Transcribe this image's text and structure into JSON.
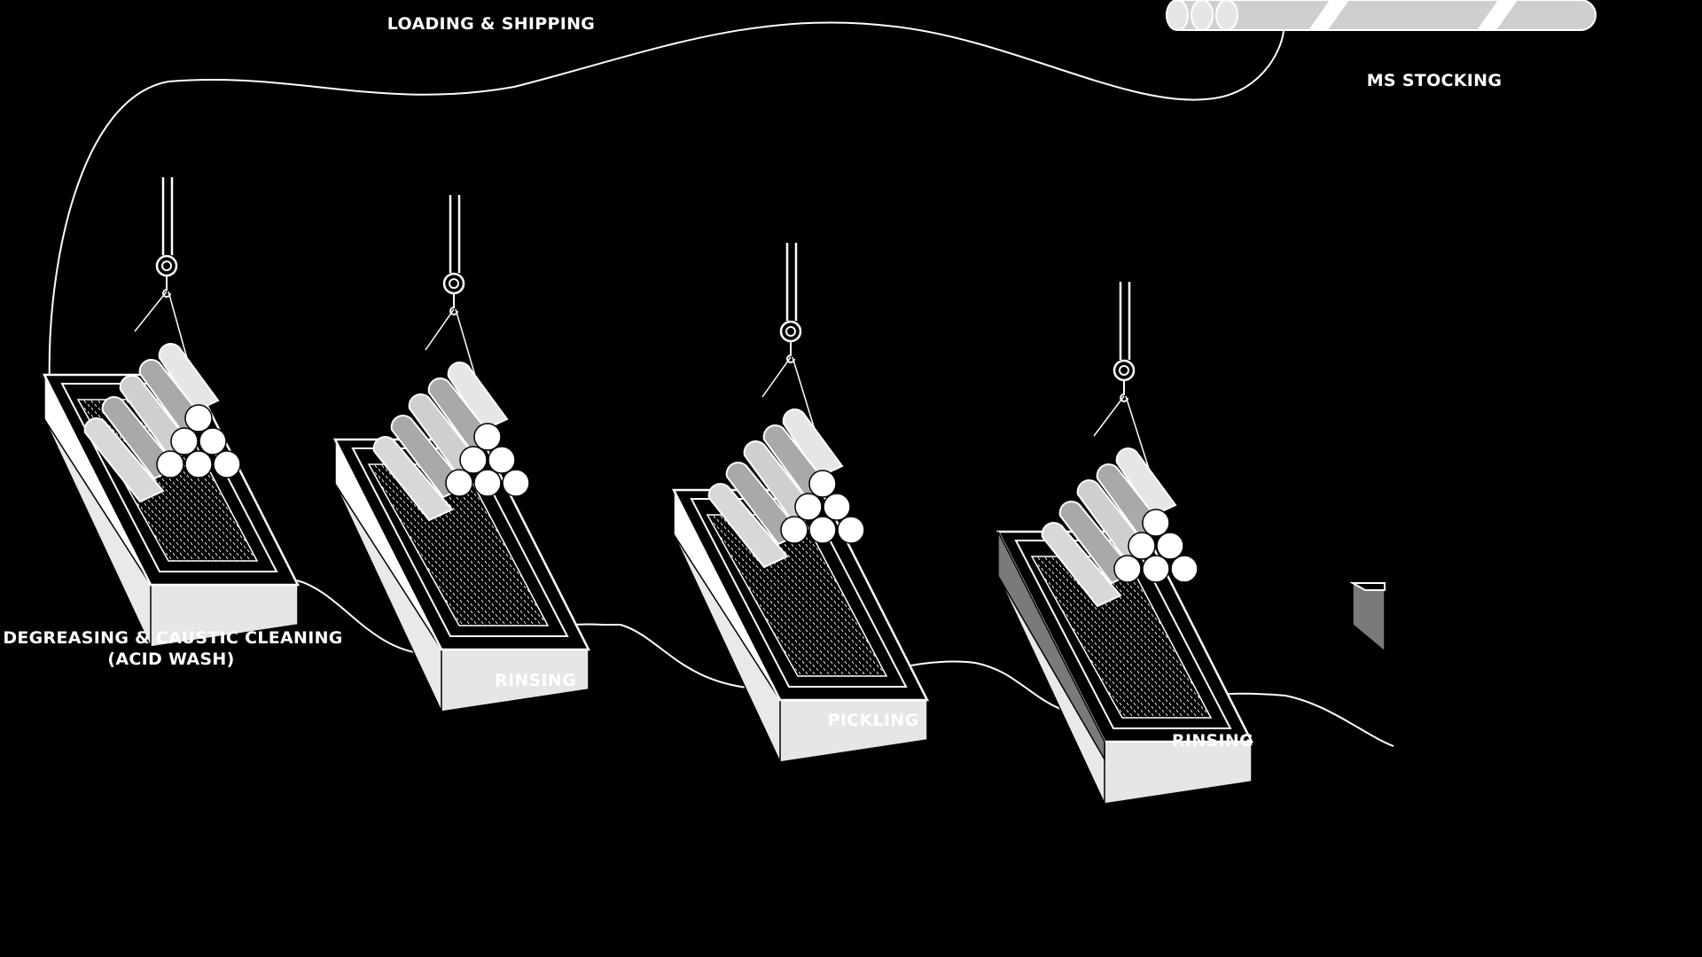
{
  "labels": {
    "loading": "LOADING & SHIPPING",
    "ms_stocking": "MS STOCKING",
    "degreasing_line1": "DEGREASING & CAUSTIC CLEANING",
    "degreasing_line2": "(ACID WASH)",
    "rinsing_1": "RINSING",
    "pickling": "PICKLING",
    "rinsing_2": "RINSING"
  },
  "stations": [
    {
      "name": "degreasing",
      "tank_side_color": "#ffffff"
    },
    {
      "name": "rinsing-1",
      "tank_side_color": "#ffffff"
    },
    {
      "name": "pickling",
      "tank_side_color": "#cfcfcf"
    },
    {
      "name": "rinsing-2",
      "tank_side_color": "#7a7a7a"
    }
  ],
  "colors": {
    "background": "#000000",
    "line": "#ffffff",
    "pipe_light": "#e6e6e6",
    "pipe_mid": "#a9a9a9",
    "pipe_dark": "#8a8a8a"
  }
}
